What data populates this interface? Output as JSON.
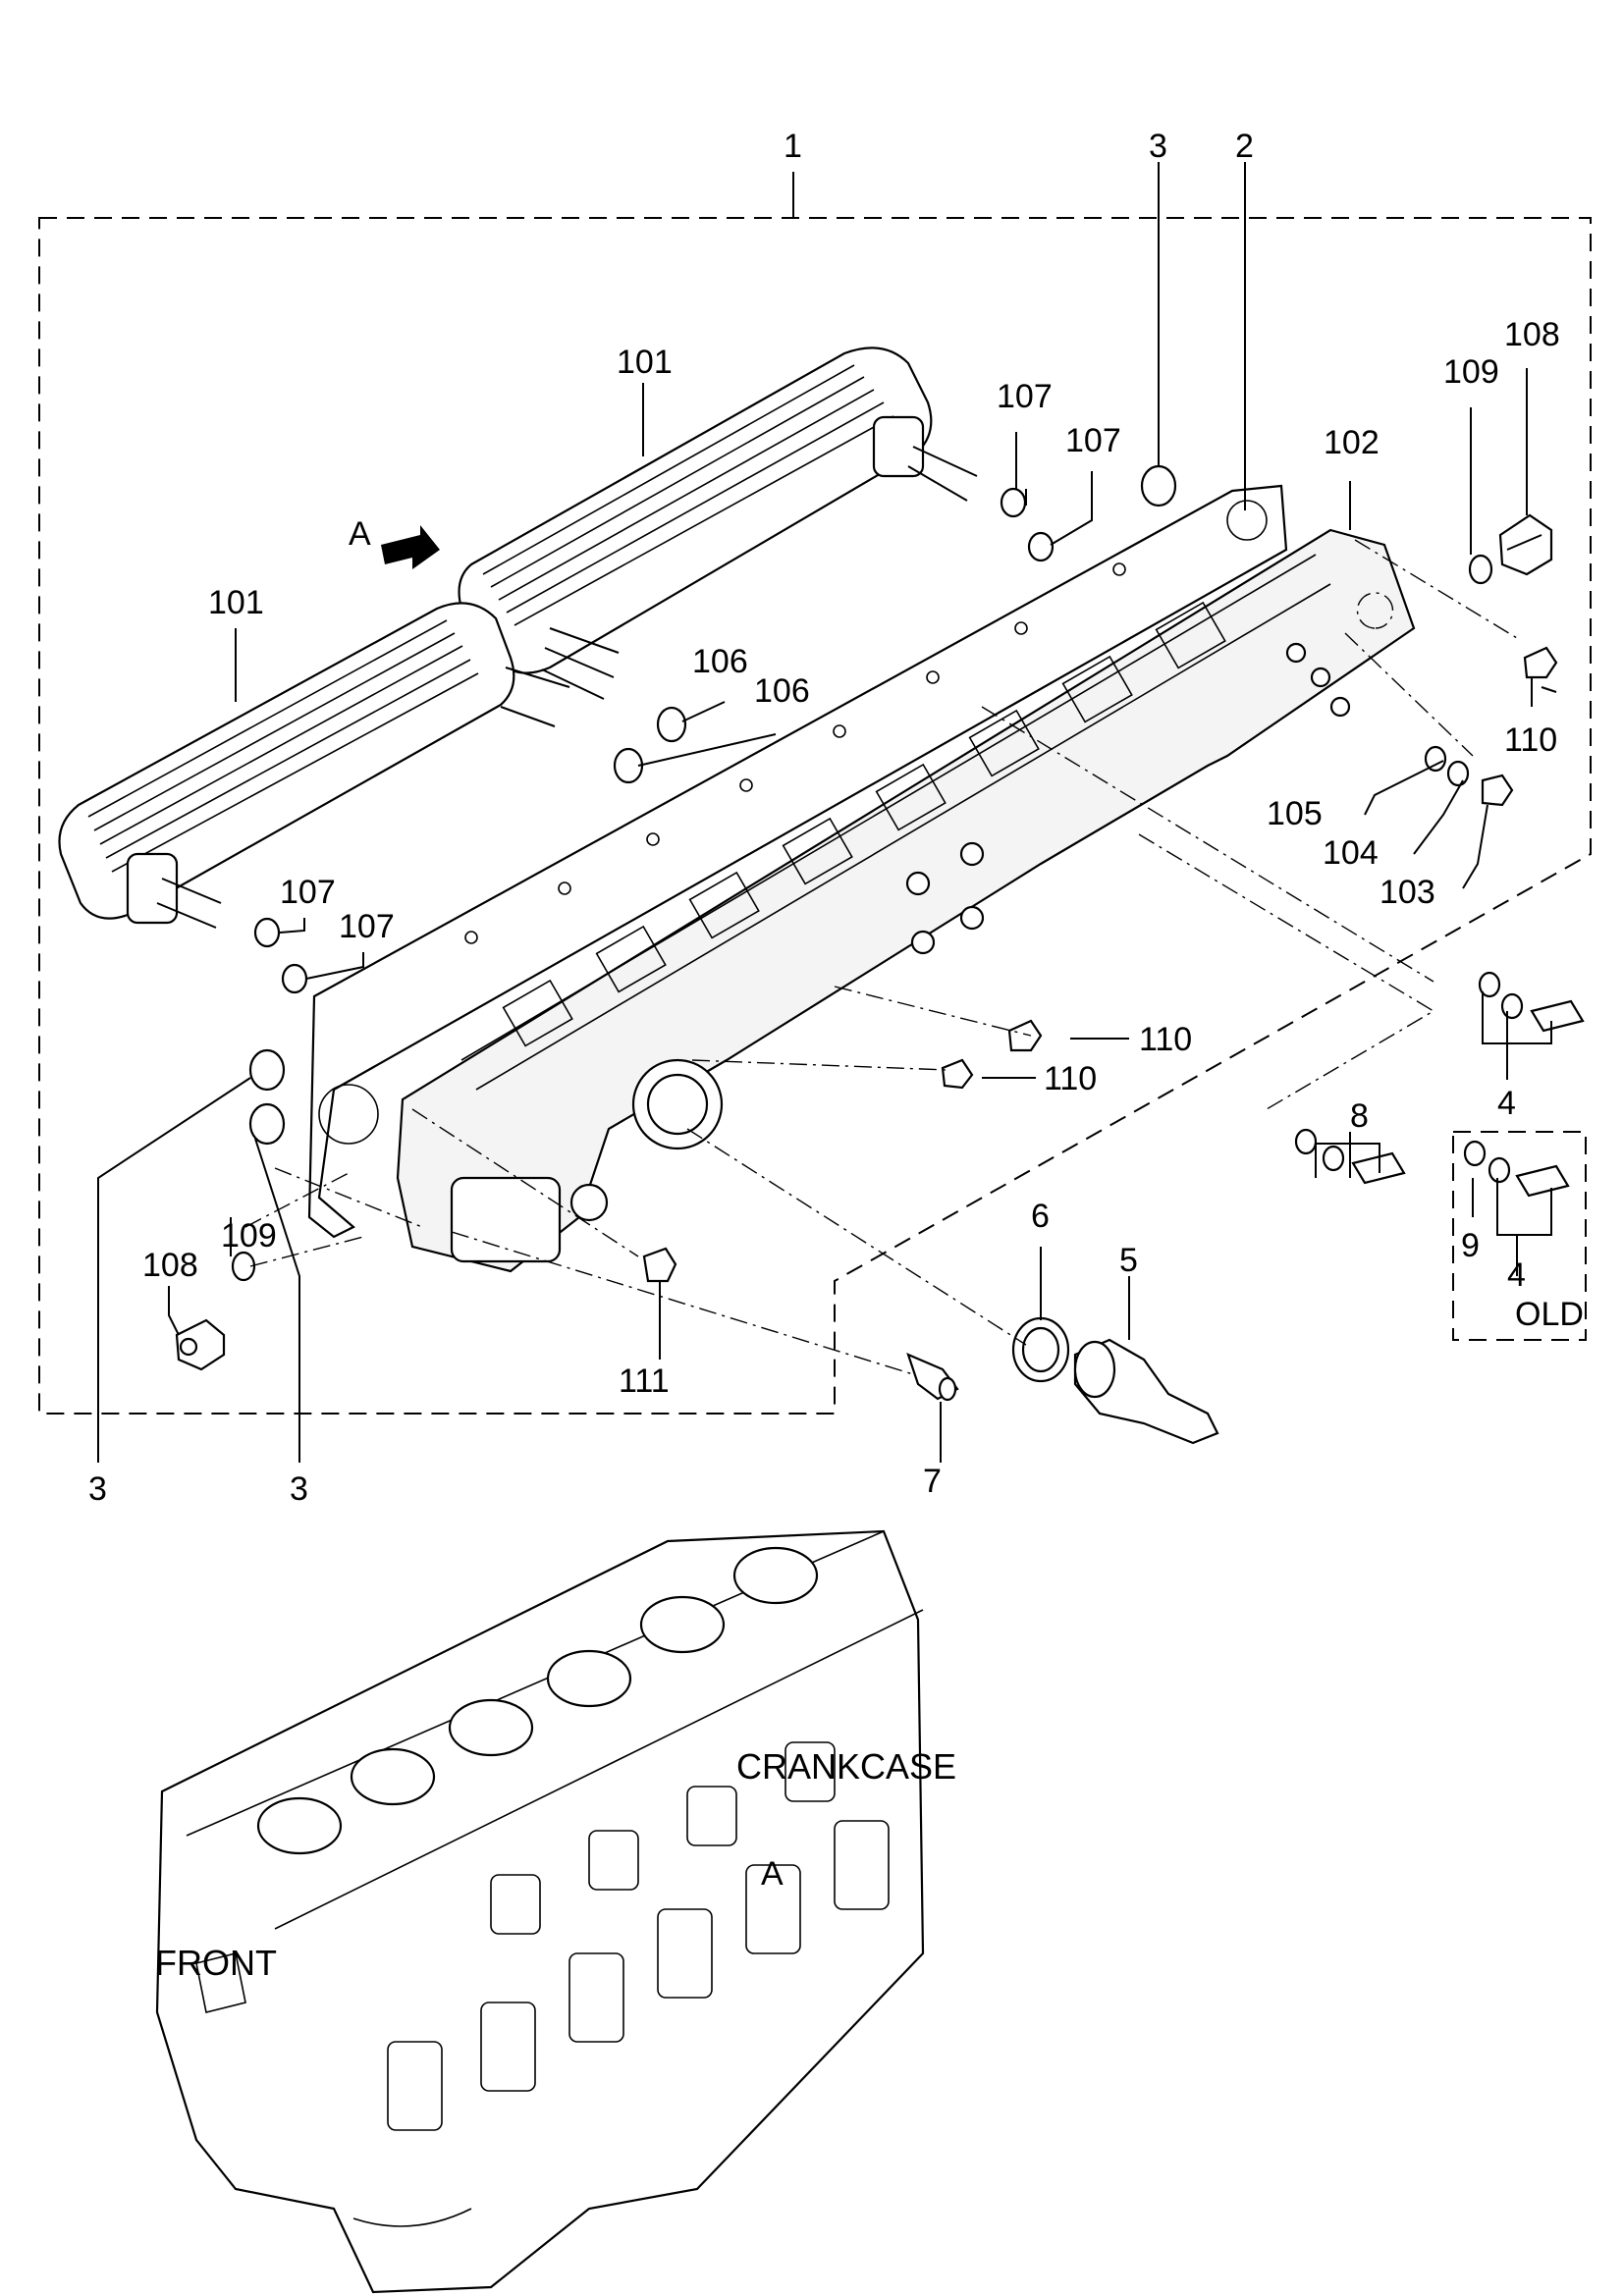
{
  "callouts": {
    "c1": "1",
    "c2": "2",
    "c3_top": "3",
    "c3_left": "3",
    "c3_mid": "3",
    "c4": "4",
    "c4_old": "4",
    "c5": "5",
    "c6": "6",
    "c7": "7",
    "c8": "8",
    "c9": "9",
    "c101_top": "101",
    "c101_left": "101",
    "c102": "102",
    "c103": "103",
    "c104": "104",
    "c105": "105",
    "c106_a": "106",
    "c106_b": "106",
    "c107_a": "107",
    "c107_b": "107",
    "c107_c": "107",
    "c107_d": "107",
    "c108_top": "108",
    "c108_left": "108",
    "c109_top": "109",
    "c109_left": "109",
    "c110_a": "110",
    "c110_b": "110",
    "c110_c": "110",
    "c111": "111"
  },
  "labels": {
    "view_a_top": "A",
    "view_a_crankcase": "A",
    "old": "OLD",
    "crankcase": "CRANKCASE",
    "front": "FRONT"
  }
}
